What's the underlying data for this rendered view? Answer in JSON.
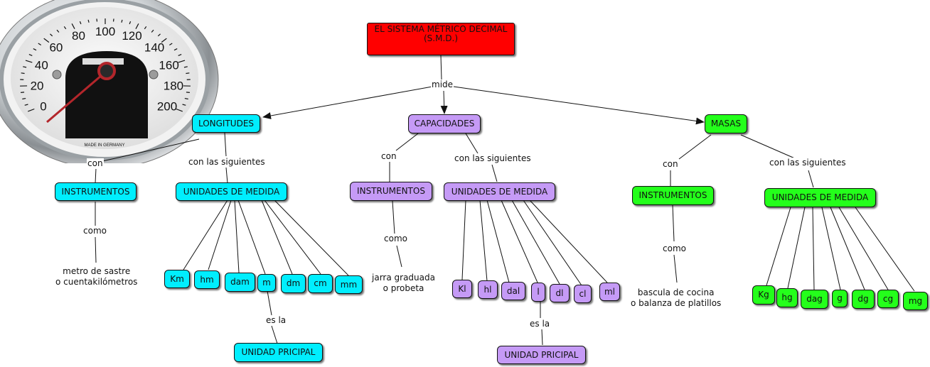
{
  "root": {
    "line1": "EL SISTEMA MÉTRICO DECIMAL",
    "line2": "(S.M.D.)"
  },
  "root_link": "mide",
  "longitudes": {
    "title": "LONGITUDES",
    "link_left": "con",
    "link_right": "con las siguientes",
    "instruments": "INSTRUMENTOS",
    "como": "como",
    "instrument_text": "metro de sastre\no cuentakilómetros",
    "units_title": "UNIDADES DE MEDIDA",
    "units": [
      "Km",
      "hm",
      "dam",
      "m",
      "dm",
      "cm",
      "mm"
    ],
    "esla": "es la",
    "principal": "UNIDAD PRICIPAL"
  },
  "capacidades": {
    "title": "CAPACIDADES",
    "link_left": "con",
    "link_right": "con las siguientes",
    "instruments": "INSTRUMENTOS",
    "como": "como",
    "instrument_text": "jarra graduada\no probeta",
    "units_title": "UNIDADES DE MEDIDA",
    "units": [
      "Kl",
      "hl",
      "dal",
      "l",
      "dl",
      "cl",
      "ml"
    ],
    "esla": "es la",
    "principal": "UNIDAD PRICIPAL"
  },
  "masas": {
    "title": "MASAS",
    "link_left": "con",
    "link_right": "con las siguientes",
    "instruments": "INSTRUMENTOS",
    "como": "como",
    "instrument_text": "bascula de cocina\no balanza de platillos",
    "units_title": "UNIDADES DE MEDIDA",
    "units": [
      "Kg",
      "hg",
      "dag",
      "g",
      "dg",
      "cg",
      "mg"
    ]
  },
  "gauge": {
    "ticks": [
      "0",
      "20",
      "40",
      "60",
      "80",
      "100",
      "120",
      "140",
      "160",
      "180",
      "200"
    ],
    "footer": "MADE IN GERMANY"
  },
  "colors": {
    "root": "#ff0000",
    "longitudes": "#00eefe",
    "capacidades": "#c59af6",
    "masas": "#24ff1b",
    "needle": "#b3262b"
  }
}
